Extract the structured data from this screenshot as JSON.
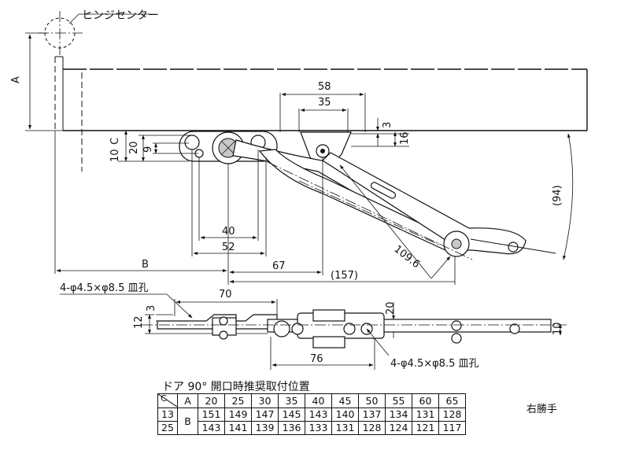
{
  "labels": {
    "hinge_center": "ヒンジセンター",
    "hole_spec_top": "4-φ4.5×φ8.5 皿孔",
    "hole_spec_bottom": "4-φ4.5×φ8.5 皿孔",
    "hand": "右勝手"
  },
  "dimensions": {
    "a": "A",
    "b": "B",
    "c": "C",
    "d58": "58",
    "d35": "35",
    "d3_top": "3",
    "d16": "16",
    "d20_left": "20",
    "d9": "9",
    "d10": "10",
    "d40": "40",
    "d52": "52",
    "d67": "67",
    "d157": "(157)",
    "d94": "(94)",
    "d109_6": "109.6",
    "d70": "70",
    "d3_side": "3",
    "d12": "12",
    "d20_side": "20",
    "d76": "76",
    "d10_side": "10"
  },
  "table": {
    "title": "ドア 90° 開口時推奨取付位置",
    "corner_label": "C",
    "a_label": "A",
    "b_label": "B",
    "a_values": [
      "20",
      "25",
      "30",
      "35",
      "40",
      "45",
      "50",
      "55",
      "60",
      "65"
    ],
    "rows": [
      {
        "c": "13",
        "b_values": [
          "151",
          "149",
          "147",
          "145",
          "143",
          "140",
          "137",
          "134",
          "131",
          "128"
        ]
      },
      {
        "c": "25",
        "b_values": [
          "143",
          "141",
          "139",
          "136",
          "133",
          "131",
          "128",
          "124",
          "121",
          "117"
        ]
      }
    ]
  }
}
